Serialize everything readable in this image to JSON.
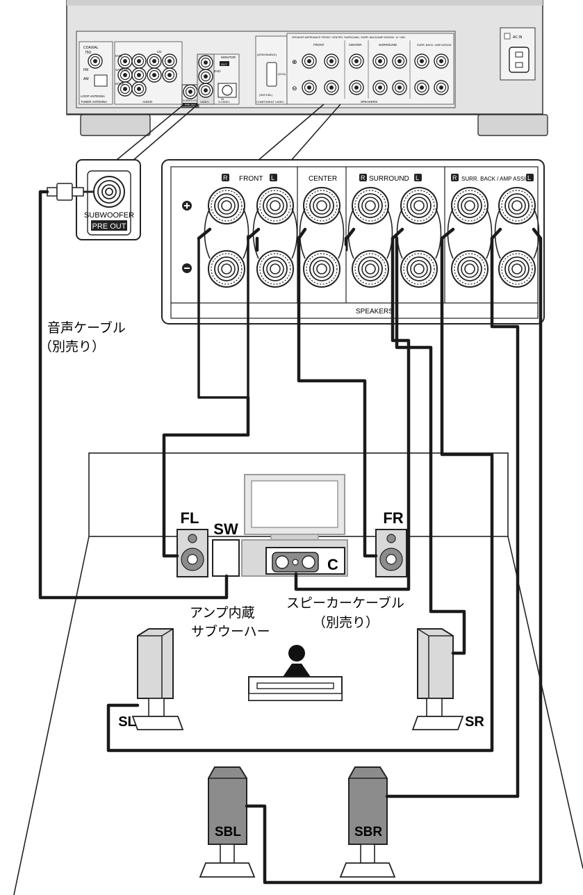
{
  "receiver": {
    "panel_labels": {
      "coaxial": "COAXIAL",
      "coaxial_ohm": "75Ω",
      "fm": "FM",
      "am": "AM",
      "loop_antenna": "LOOP ANTENNA",
      "tuner_antenna": "TUNER ANTENNA",
      "audio": "AUDIO",
      "cd": "CD",
      "dvd": "DVD",
      "sat_cbl": "SAT/CBL",
      "dock": "DOCK",
      "monitor": "MONITOR",
      "out": "OUT",
      "video": "VIDEO",
      "s_video": "S-VIDEO",
      "in": "IN",
      "subwoofer_pre_out_small": "SUBWOOFER",
      "pre_out_small": "PRE OUT",
      "assignable": "(ASSIGNABLE)",
      "dvd_comp": "(DVD)",
      "sat_cbl_comp": "(SAT/CBL)",
      "component_video": "COMPONENT VIDEO",
      "impedance_header": "SPEAKER IMPEDANCE    FRONT, CENTER, SURROUND, SURR. BACK/AMP ASSIGN : 6〜16Ω",
      "front": "FRONT",
      "center": "CENTER",
      "surround": "SURROUND",
      "surr_back": "SURR. BACK / AMP ASSIGN",
      "speakers": "SPEAKERS",
      "ac_in": "AC IN"
    }
  },
  "zoom_subwoofer": {
    "line1": "SUBWOOFER",
    "line2": "PRE OUT"
  },
  "zoom_speakers": {
    "r": "R",
    "l": "L",
    "front": "FRONT",
    "center": "CENTER",
    "surround": "SURROUND",
    "surr_back": "SURR. BACK / AMP ASSIGN",
    "speakers": "SPEAKERS",
    "plus": "+",
    "minus": "−"
  },
  "labels": {
    "audio_cable_line1": "音声ケーブル",
    "audio_cable_line2": "（別売り）",
    "speaker_cable_line1": "スピーカーケーブル",
    "speaker_cable_line2": "（別売り）",
    "powered_sub_line1": "アンプ内蔵",
    "powered_sub_line2": "サブウーハー"
  },
  "speakers": {
    "fl": "FL",
    "sw": "SW",
    "fr": "FR",
    "c": "C",
    "sl": "SL",
    "sr": "SR",
    "sbl": "SBL",
    "sbr": "SBR"
  },
  "colors": {
    "line": "#1a1a1a",
    "panel": "#e6e6e6",
    "speaker_gray": "#8c8c8c",
    "speaker_light": "#d9d9d9"
  }
}
